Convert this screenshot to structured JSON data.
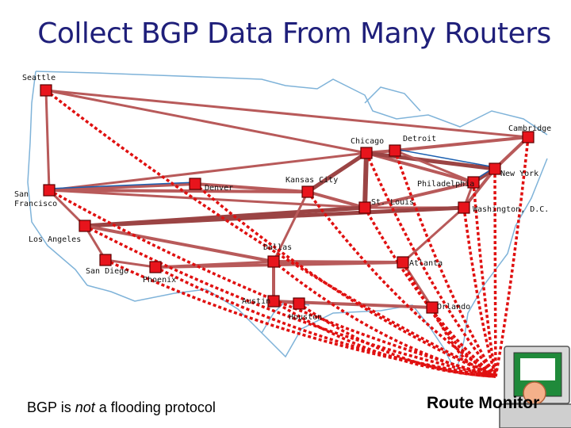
{
  "slide": {
    "title": "Collect BGP Data From Many Routers",
    "caption_prefix": "BGP is ",
    "caption_emphasis": "not",
    "caption_suffix": " a flooding protocol",
    "monitor_label": "Route Monitor"
  },
  "colors": {
    "link": "#b85a5a",
    "link_dark": "#9b4444",
    "monitor_link": "#e01010",
    "router_fill": "#e8141c",
    "router_stroke": "#5a0000",
    "map_border": "#7fb3d9",
    "water_link": "#1a5fb0"
  },
  "cities": [
    {
      "id": "seattle",
      "label": "Seattle"
    },
    {
      "id": "chicago",
      "label": "Chicago"
    },
    {
      "id": "detroit",
      "label": "Detroit"
    },
    {
      "id": "cambridge",
      "label": "Cambridge"
    },
    {
      "id": "new_york",
      "label": "New York"
    },
    {
      "id": "philadelphia",
      "label": "Philadelphia"
    },
    {
      "id": "kansas_city",
      "label": "Kansas City"
    },
    {
      "id": "denver",
      "label": "Denver"
    },
    {
      "id": "san_francisco_1",
      "label": "San"
    },
    {
      "id": "san_francisco_2",
      "label": "Francisco"
    },
    {
      "id": "st_louis",
      "label": "St. Louis"
    },
    {
      "id": "washington",
      "label": "Washington, D.C."
    },
    {
      "id": "los_angeles",
      "label": "Los Angeles"
    },
    {
      "id": "dallas",
      "label": "Dallas"
    },
    {
      "id": "san_diego",
      "label": "San Diego"
    },
    {
      "id": "phoenix",
      "label": "Phoenix"
    },
    {
      "id": "atlanta",
      "label": "Atlanta"
    },
    {
      "id": "austin",
      "label": "Austin"
    },
    {
      "id": "houston",
      "label": "Houston"
    },
    {
      "id": "orlando",
      "label": "Orlando"
    }
  ]
}
